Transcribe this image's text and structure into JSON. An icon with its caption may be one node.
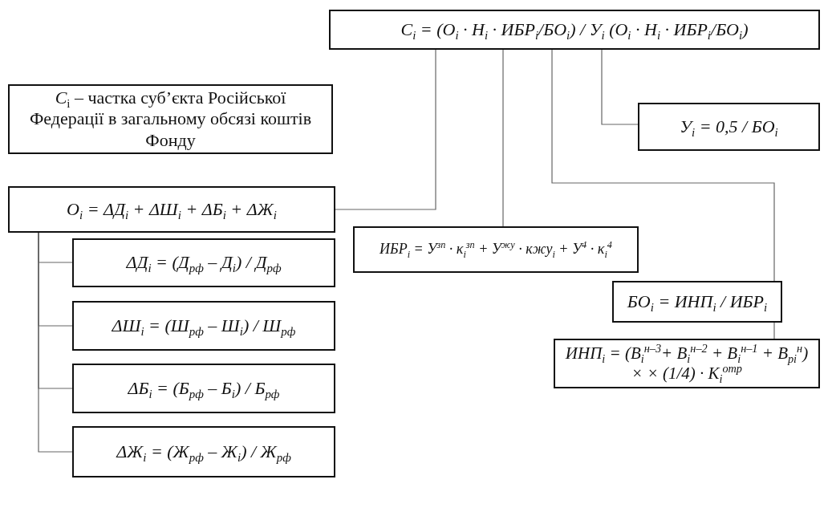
{
  "diagram": {
    "nodes": [
      {
        "text": [
          "С$_{i}$ = (О$_{i}$ · Н$_{i}$ · ИБР$_{i}$/БО$_{i}$) / У$_{i}$ (О$_{i}$ · Н$_{i}$ · ИБР$_{i}$/БО$_{i}$)"
        ]
      },
      {
        "text": [
          "*С*$_{i}$ – частка суб’єкта Російської Федерації в загальному обсязі коштів Фонду"
        ]
      },
      {
        "text": [
          "У$_{i}$ = 0,5 / БО$_{i}$"
        ]
      },
      {
        "text": [
          "О$_{i}$ = ΔД$_{i}$ + ΔШ$_{i}$ + ΔБ$_{i}$ + ΔЖ$_{i}$"
        ]
      },
      {
        "text": [
          "ИБР$_{i}$ = У$^{зп}$ · κ$_{i}$$^{зп}$ + У$^{жу}$ · кжу$_{i}$ + У$^{4}$ · κ$_{i}$$^{4}$"
        ]
      },
      {
        "text": [
          "БО$_{i}$ = ИНП$_{i}$ / ИБР$_{i}$"
        ]
      },
      {
        "text": [
          "ΔД$_{i}$ = (Д$_{рф}$ – Д$_{i}$) / Д$_{рф}$"
        ]
      },
      {
        "text": [
          "ΔШ$_{i}$ = (Ш$_{рф}$ – Ш$_{i}$) / Ш$_{рф}$"
        ]
      },
      {
        "text": [
          "ΔБ$_{i}$ = (Б$_{рф}$ – Б$_{i}$) / Б$_{рф}$"
        ]
      },
      {
        "text": [
          "ΔЖ$_{i}$ = (Ж$_{рф}$ – Ж$_{i}$) / Ж$_{рф}$"
        ]
      },
      {
        "text": [
          "ИНП$_{i}$ = (В$_{i}$$^{н–3}$+ В$_{i}$$^{н–2}$ + В$_{i}$$^{н–1}$ + В$_{рi}$$^{н}$) × × (1/4) · К$_{i}$$^{отр}$"
        ]
      }
    ],
    "edges": [
      {
        "from": 0,
        "to": 3,
        "arrow": "none"
      },
      {
        "from": 0,
        "to": 4,
        "arrow": "none"
      },
      {
        "from": 0,
        "to": 5,
        "arrow": "none"
      },
      {
        "from": 0,
        "to": 2,
        "arrow": "none"
      },
      {
        "from": 3,
        "to": 6,
        "arrow": "none"
      },
      {
        "from": 3,
        "to": 7,
        "arrow": "none"
      },
      {
        "from": 3,
        "to": 8,
        "arrow": "none"
      },
      {
        "from": 3,
        "to": 9,
        "arrow": "none"
      },
      {
        "from": 5,
        "to": 10,
        "arrow": "none"
      }
    ]
  }
}
